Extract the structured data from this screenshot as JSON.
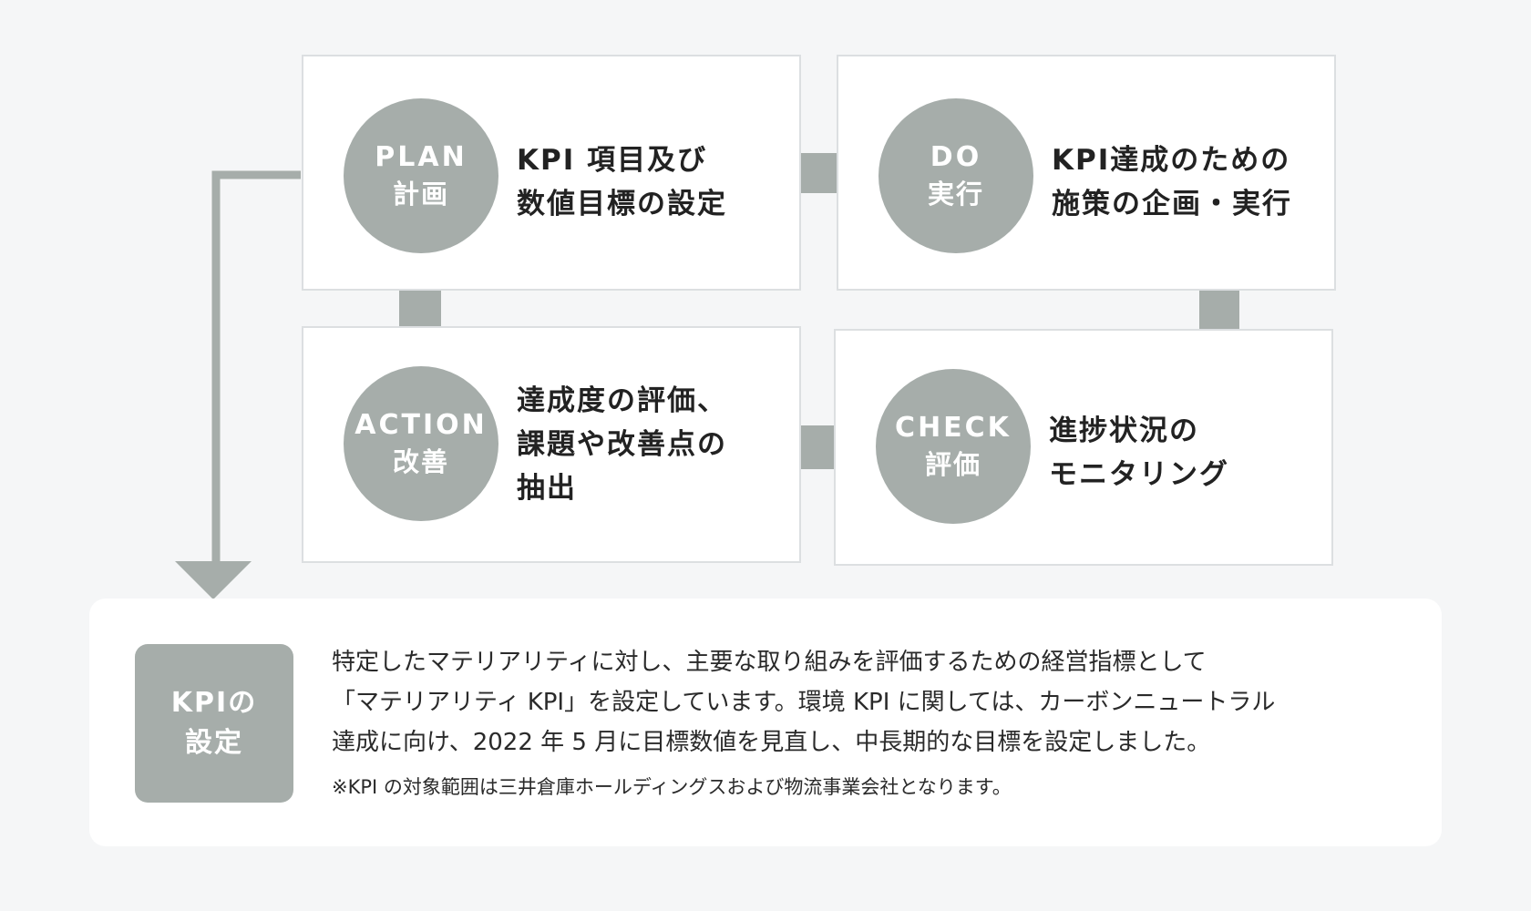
{
  "cycle": {
    "plan": {
      "en": "PLAN",
      "ja": "計画",
      "lines": [
        "KPI 項目及び",
        "数値目標の設定"
      ]
    },
    "do": {
      "en": "DO",
      "ja": "実行",
      "lines": [
        "KPI達成のための",
        "施策の企画・実行"
      ]
    },
    "check": {
      "en": "CHECK",
      "ja": "評価",
      "lines": [
        "進捗状況の",
        "モニタリング"
      ]
    },
    "action": {
      "en": "ACTION",
      "ja": "改善",
      "lines": [
        "達成度の評価、",
        "課題や改善点の",
        "抽出"
      ]
    }
  },
  "kpi_box": {
    "lines": [
      "KPIの",
      "設定"
    ]
  },
  "description": {
    "lines": [
      "特定したマテリアリティに対し、主要な取り組みを評価するための経営指標として",
      "「マテリアリティ KPI」を設定しています。環境 KPI に関しては、カーボンニュートラル",
      "達成に向け、2022 年 5 月に目標数値を見直し、中長期的な目標を設定しました。"
    ],
    "note": "※KPI の対象範囲は三井倉庫ホールディングスおよび物流事業会社となります。"
  },
  "colors": {
    "accent_gray": "#a6adaa",
    "card_border": "#dcdfe1",
    "background": "#f5f6f7",
    "card_background": "#ffffff"
  }
}
